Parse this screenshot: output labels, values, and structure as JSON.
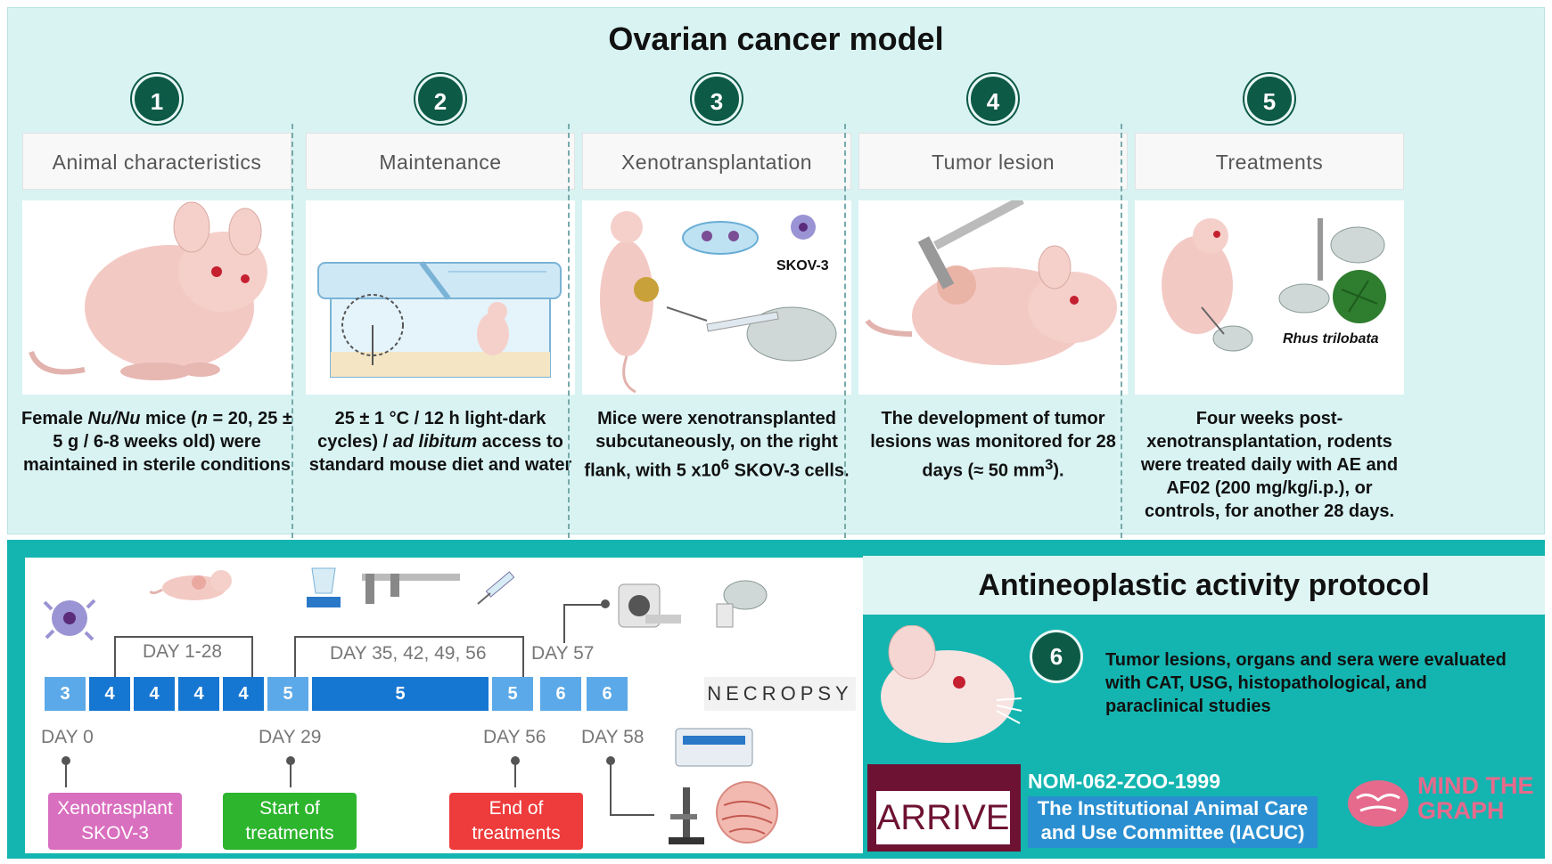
{
  "top": {
    "title": "Ovarian cancer model",
    "steps": [
      {
        "number": "1",
        "header": "Animal characteristics",
        "desc_html": "Female <i>Nu/Nu</i> mice (<i>n</i> = 20, 25 ± 5 g / 6-8 weeks old) were maintained in sterile conditions"
      },
      {
        "number": "2",
        "header": "Maintenance",
        "desc_html": "25 ± 1 °C / 12 h light-dark cycles) / <i>ad libitum</i> access to standard mouse diet and water"
      },
      {
        "number": "3",
        "header": "Xenotransplantation",
        "desc_html": "Mice were xenotransplanted subcutaneously, on the right flank, with 5 x10<sup>6</sup> SKOV-3 cells.",
        "image_label": "SKOV-3"
      },
      {
        "number": "4",
        "header": "Tumor lesion",
        "desc_html": "The development of tumor lesions was monitored for 28 days (≈ 50 mm<sup>3</sup>)."
      },
      {
        "number": "5",
        "header": "Treatments",
        "desc_html": "Four weeks post-xenotransplantation, rodents were treated daily with AE and AF02 (200 mg/kg/i.p.), or controls, for another 28 days.",
        "image_label": "Rhus trilobata"
      }
    ]
  },
  "bottom": {
    "title": "Antineoplastic activity protocol",
    "timeline": {
      "segments": [
        "3",
        "4",
        "4",
        "4",
        "4",
        "5",
        "5",
        "5",
        "6",
        "6"
      ],
      "necropsy": "NECROPSY",
      "upper_labels": {
        "d1": "DAY 1-28",
        "d35": "DAY 35, 42, 49, 56",
        "d57": "DAY 57"
      },
      "lower_labels": {
        "d0": "DAY 0",
        "d29": "DAY 29",
        "d56": "DAY 56",
        "d58": "DAY 58"
      },
      "events": {
        "xeno": "Xenotrasplant SKOV-3",
        "start": "Start of treatments",
        "end": "End of treatments"
      }
    },
    "step6": {
      "number": "6",
      "text": "Tumor lesions, organs and sera were evaluated with CAT, USG, histopathological, and paraclinical studies"
    },
    "logos": {
      "arrive": "ARRIVE",
      "nom": "NOM-062-ZOO-1999",
      "iacuc": "The Institutional Animal Care and Use Committee (IACUC)",
      "mtg": "MIND THE GRAPH"
    }
  },
  "colors": {
    "top_bg": "#d9f3f3",
    "bottom_bg": "#14b5b0",
    "step_circle": "#0d5a47",
    "timeline_dark": "#1677d2",
    "timeline_light": "#5ba9e8",
    "xeno_box": "#d96fbf",
    "start_box": "#2db52d",
    "end_box": "#ee3b3b",
    "arrive_bg": "#6e1233",
    "mtg": "#e56a8c"
  }
}
